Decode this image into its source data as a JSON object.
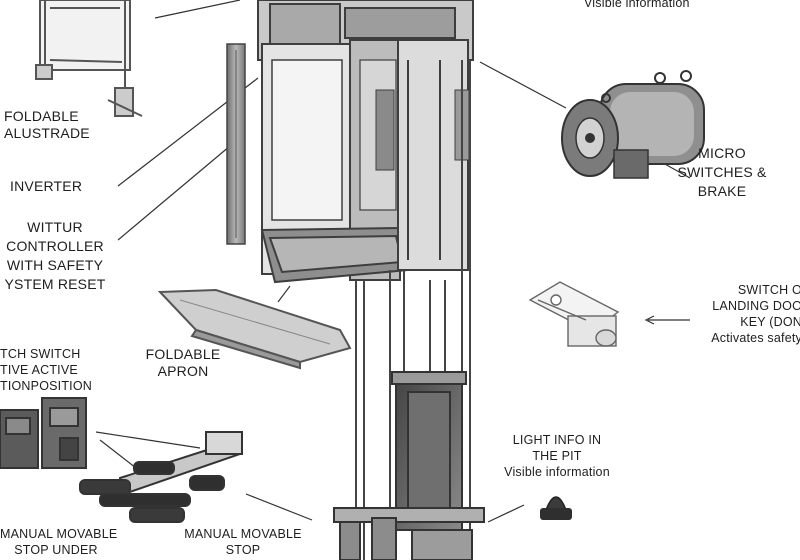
{
  "diagram": {
    "labels": {
      "top_right_note": "Visible information",
      "balustrade": [
        "FOLDABLE",
        "ALUSTRADE"
      ],
      "inverter": "INVERTER",
      "controller": [
        "WITTUR",
        "CONTROLLER",
        "WITH SAFETY",
        "YSTEM  RESET"
      ],
      "micro_switches": [
        "MICRO",
        "SWITCHES &",
        "BRAKE"
      ],
      "switch_landing": [
        "SWITCH O",
        "LANDING DOO",
        "KEY  (DON",
        "Activates safety"
      ],
      "foldable_apron": [
        "FOLDABLE",
        "APRON"
      ],
      "switch_positions": [
        "TCH   SWITCH",
        "TIVE   ACTIVE",
        "TIONPOSITION"
      ],
      "light_pit": [
        "LIGHT INFO IN",
        "THE PIT",
        "Visible information"
      ],
      "manual_stop_under": [
        "MANUAL MOVABLE",
        "STOP UNDER"
      ],
      "manual_stop": [
        "MANUAL MOVABLE",
        "STOP"
      ]
    }
  }
}
